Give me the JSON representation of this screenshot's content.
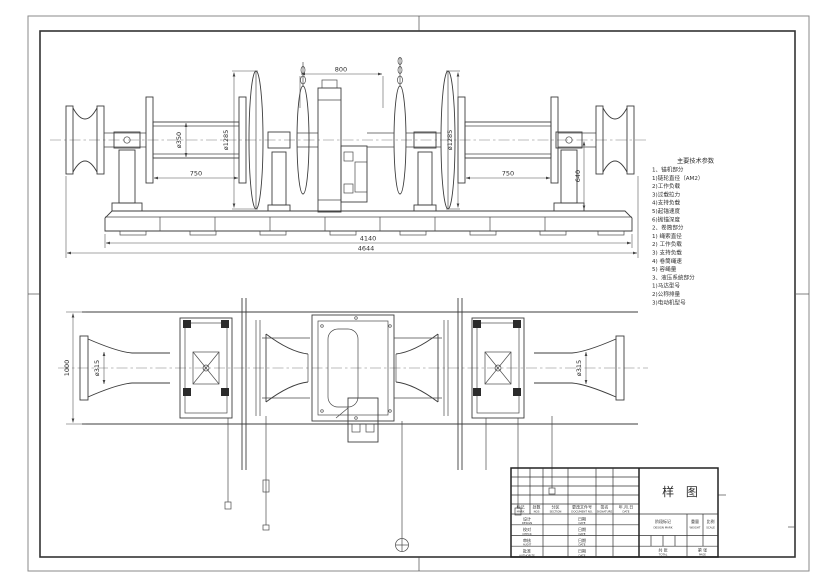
{
  "tech_params": {
    "heading": "主要技术参数",
    "lines": [
      "1、锚机部分",
      "1)链轮直径（AM2）",
      "2)工作负载",
      "3)过载拉力",
      "4)支持负载",
      "5)起锚速度",
      "6)抛锚深度",
      "2、卷筒部分",
      "1) 绳索直径",
      "2) 工作负载",
      "3) 支持负载",
      "4) 卷筒绳速",
      "5) 容绳量",
      "3、液压系统部分",
      "1)马达型号",
      "2)公称排量",
      "3)电动机型号"
    ]
  },
  "dims": {
    "d800": "800",
    "d350": "ø350",
    "d1285_left": "ø1285",
    "d1285_right": "ø1285",
    "d750_left": "750",
    "d750_right": "750",
    "d640": "640",
    "d4140": "4140",
    "d4644": "4644",
    "d1000": "1000",
    "d315_left": "ø315",
    "d315_right": "ø315"
  },
  "title_block": {
    "title": "样 图",
    "mark_cn": "标记",
    "mark_en": "MARK",
    "nos_cn": "处数",
    "nos_en": "NOS",
    "section_cn": "分区",
    "section_en": "SECTION",
    "doc_cn": "更改文件号",
    "doc_en": "DOCUMENT NO.",
    "sign_cn": "签名",
    "sign_en": "SIGNATURE",
    "date_cn": "年.月.日",
    "date_en": "DATE",
    "design_cn": "设计",
    "design_en": "DESIGN",
    "check_cn": "校对",
    "check_en": "CHECK",
    "audit_cn": "审核",
    "audit_en": "AUDIT",
    "approve_cn": "批准",
    "approve_en": "AUTHORIZE",
    "date2_cn": "日期",
    "date2_en": "DATE",
    "stage_cn": "阶段标记",
    "stage_en": "DESIGN MARK",
    "weight_cn": "重量",
    "weight_en": "WEIGHT",
    "scale_cn": "比例",
    "scale_en": "SCALE",
    "total_cn": "共  张",
    "total_en": "TOTAL",
    "page_cn": "第  张",
    "page_en": "PAGE"
  }
}
